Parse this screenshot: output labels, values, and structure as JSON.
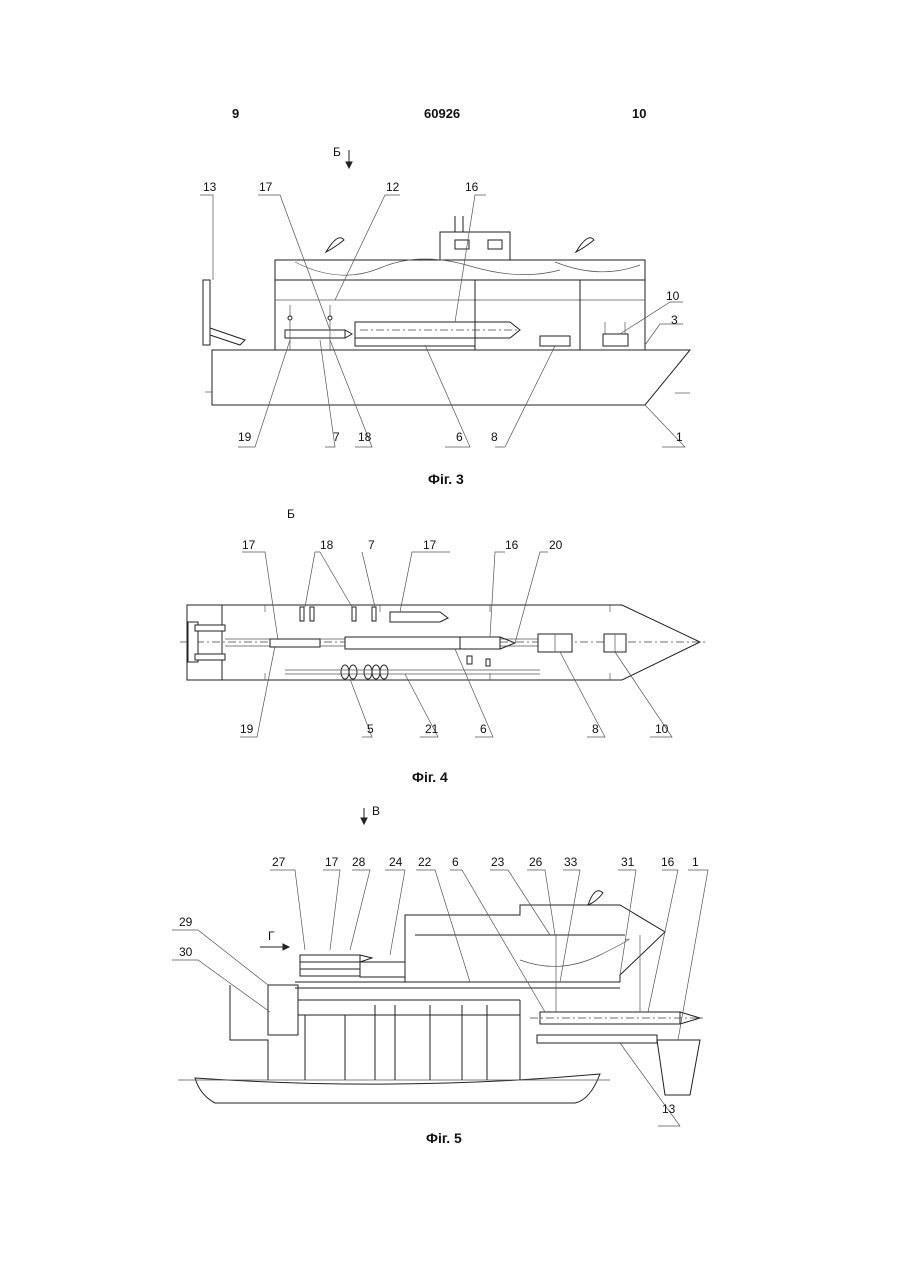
{
  "header": {
    "page_left": "9",
    "patent_number": "60926",
    "page_right": "10"
  },
  "fig3": {
    "caption": "Фіг. 3",
    "view_marker": "Б",
    "labels": [
      "13",
      "17",
      "12",
      "16",
      "10",
      "3",
      "19",
      "7",
      "18",
      "6",
      "8",
      "1"
    ]
  },
  "fig4": {
    "caption": "Фіг. 4",
    "view_marker": "Б",
    "labels": [
      "17",
      "18",
      "7",
      "17",
      "16",
      "20",
      "19",
      "5",
      "21",
      "6",
      "8",
      "10"
    ]
  },
  "fig5": {
    "caption": "Фіг. 5",
    "view_marker": "В",
    "side_marker": "Г",
    "labels": [
      "27",
      "17",
      "28",
      "24",
      "22",
      "6",
      "23",
      "26",
      "33",
      "31",
      "16",
      "1",
      "29",
      "30",
      "13"
    ]
  }
}
